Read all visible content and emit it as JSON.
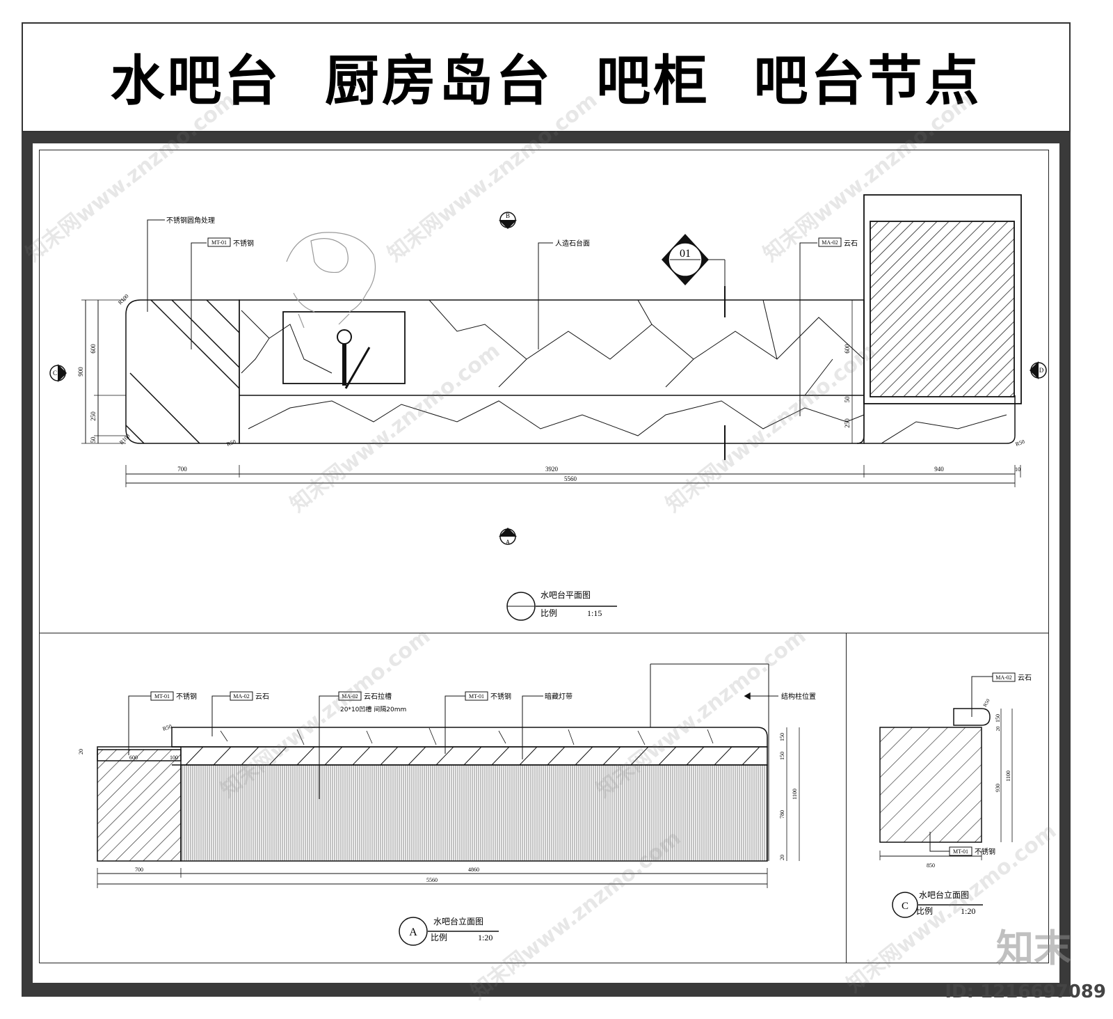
{
  "title": "水吧台  厨房岛台  吧柜  吧台节点",
  "plan": {
    "caption": "水吧台平面图",
    "scale_label": "比例",
    "scale_value": "1:15",
    "callouts": {
      "corner": "不锈钢圆角处理",
      "mt01_code": "MT-01",
      "mt01_text": "不锈钢",
      "stone_top": "人造石台面",
      "ma02_code": "MA-02",
      "ma02_text": "云石",
      "section_no": "01"
    },
    "section_marks": {
      "b": "B",
      "a": "A",
      "c": "C",
      "d": "D"
    },
    "radii": {
      "r100a": "R100",
      "r100b": "R100",
      "r50a": "R50",
      "r50b": "R50"
    },
    "dims": {
      "d600": "600",
      "d900": "900",
      "d250": "250",
      "d50": "50",
      "d700": "700",
      "d3920": "3920",
      "d940": "940",
      "d10": "10",
      "d5560": "5560",
      "r600": "600",
      "r50": "50",
      "r250": "250"
    }
  },
  "elevA": {
    "caption": "水吧台立面图",
    "mark": "A",
    "scale_label": "比例",
    "scale_value": "1:20",
    "callouts": {
      "mt01_code": "MT-01",
      "mt01_text": "不锈钢",
      "ma02_code": "MA-02",
      "ma02_text": "云石",
      "groove_code": "MA-02",
      "groove_text": "云石拉槽",
      "groove_spec": "20*10凹槽 间隔20mm",
      "mt01b_code": "MT-01",
      "mt01b_text": "不锈钢",
      "led": "暗藏灯带",
      "column": "结构柱位置",
      "r50": "R50"
    },
    "dims": {
      "d20": "20",
      "d600": "600",
      "d100": "100",
      "d150a": "150",
      "d150b": "150",
      "d1100": "1100",
      "d780": "780",
      "d20b": "20",
      "d700": "700",
      "d4860": "4860",
      "d5560": "5560"
    }
  },
  "elevC": {
    "caption": "水吧台立面图",
    "mark": "C",
    "scale_label": "比例",
    "scale_value": "1:20",
    "callouts": {
      "ma02_code": "MA-02",
      "ma02_text": "云石",
      "mt01_code": "MT-01",
      "mt01_text": "不锈钢",
      "r50": "R50"
    },
    "dims": {
      "d150": "150",
      "d1100": "1100",
      "d930": "930",
      "d20": "20",
      "d850": "850"
    }
  },
  "brand": "知末",
  "id_label": "ID: 1216697089",
  "watermark": "知末网www.znzmo.com"
}
